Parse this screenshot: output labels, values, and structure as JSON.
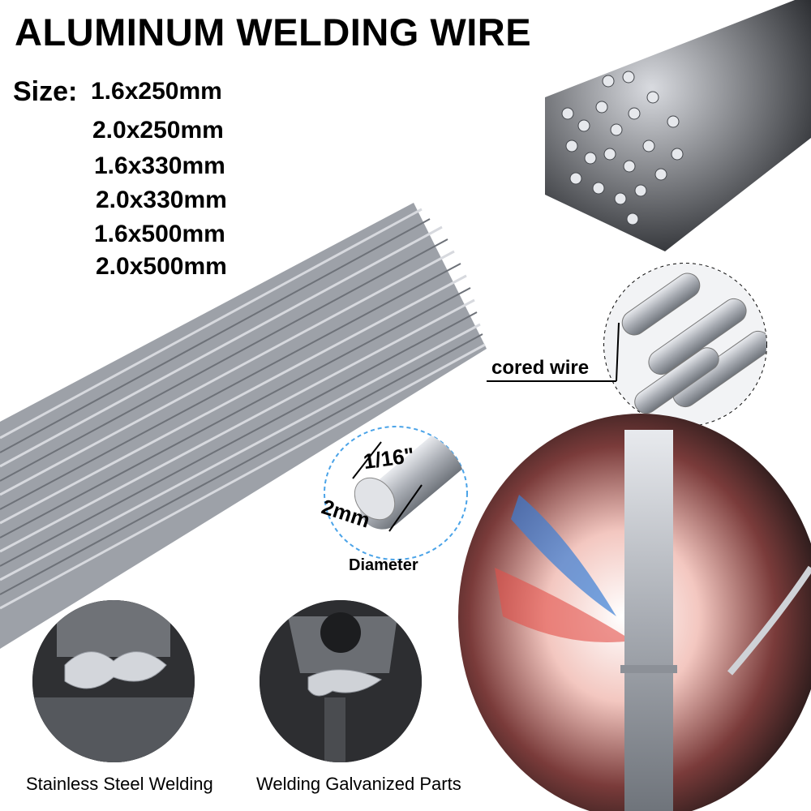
{
  "title": "ALUMINUM WELDING WIRE",
  "size_label": "Size:",
  "sizes": [
    "1.6x250mm",
    "2.0x250mm",
    "1.6x330mm",
    "2.0x330mm",
    "1.6x500mm",
    "2.0x500mm"
  ],
  "callouts": {
    "cored_wire": "cored wire",
    "inch": "1/16\"",
    "mm": "2mm",
    "diameter": "Diameter"
  },
  "captions": {
    "stainless": "Stainless Steel Welding",
    "galvanized": "Welding Galvanized Parts"
  },
  "colors": {
    "wire": "#b9bcc2",
    "wire_dark": "#8c9097",
    "flame_blue": "#3a7fd6",
    "flame_red": "#e2504a",
    "dashed_circle": "#4aa3e8"
  }
}
